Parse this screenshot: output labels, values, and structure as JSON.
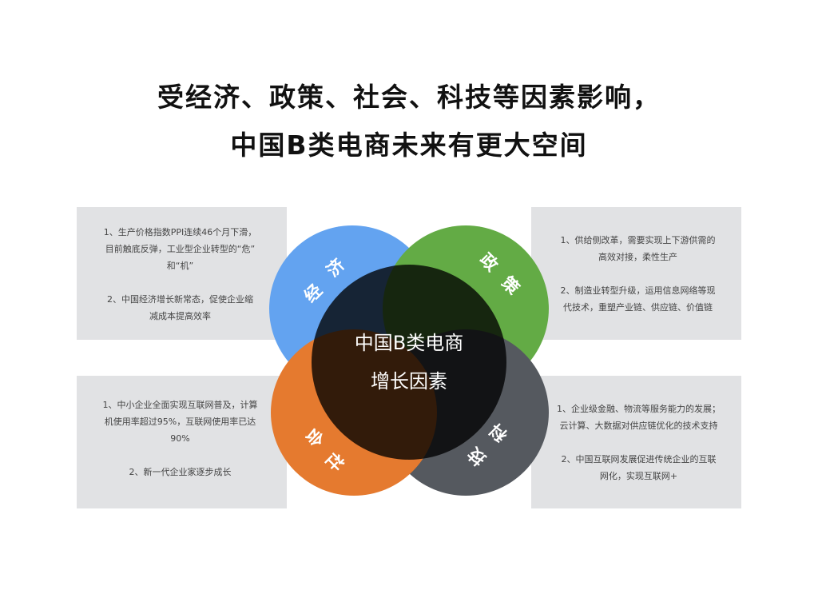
{
  "title": {
    "line1": "受经济、政策、社会、科技等因素影响，",
    "line2": "中国B类电商未来有更大空间"
  },
  "center": {
    "line1": "中国B类电商",
    "line2": "增长因素",
    "color": "#000000"
  },
  "factors": [
    {
      "id": "economy",
      "label": "经济",
      "chars": [
        "经",
        "济"
      ],
      "color": "#63a3f0",
      "box_position": "top-left",
      "points": [
        [
          "1、生产价格指数PPI连续46个月下滑，",
          "目前触底反弹，工业型企业转型的“危”",
          "和“机”"
        ],
        [
          "2、中国经济增长新常态，促使企业缩",
          "减成本提高效率"
        ]
      ]
    },
    {
      "id": "policy",
      "label": "政策",
      "chars": [
        "政",
        "策"
      ],
      "color": "#63ab45",
      "box_position": "top-right",
      "points": [
        [
          "1、供给侧改革，需要实现上下游供需的",
          "高效对接，柔性生产"
        ],
        [
          "2、制造业转型升级，运用信息网络等现",
          "代技术，重塑产业链、供应链、价值链"
        ]
      ]
    },
    {
      "id": "society",
      "label": "社会",
      "chars": [
        "社",
        "会"
      ],
      "color": "#e57a2f",
      "box_position": "bottom-left",
      "points": [
        [
          "1、中小企业全面实现互联网普及，计算",
          "机使用率超过95%，互联网使用率已达",
          "90%"
        ],
        [
          "2、新一代企业家逐步成长"
        ]
      ]
    },
    {
      "id": "technology",
      "label": "科技",
      "chars": [
        "科",
        "技"
      ],
      "color": "#55595f",
      "box_position": "bottom-right",
      "points": [
        [
          "1、企业级金融、物流等服务能力的发展；",
          "云计算、大数据对供应链优化的技术支持"
        ],
        [
          "2、中国互联网发展促进传统企业的互联",
          "网化，实现互联网+"
        ]
      ]
    }
  ],
  "colors": {
    "box_background": "#e1e2e4",
    "box_text": "#454545",
    "title_text": "#111111"
  }
}
